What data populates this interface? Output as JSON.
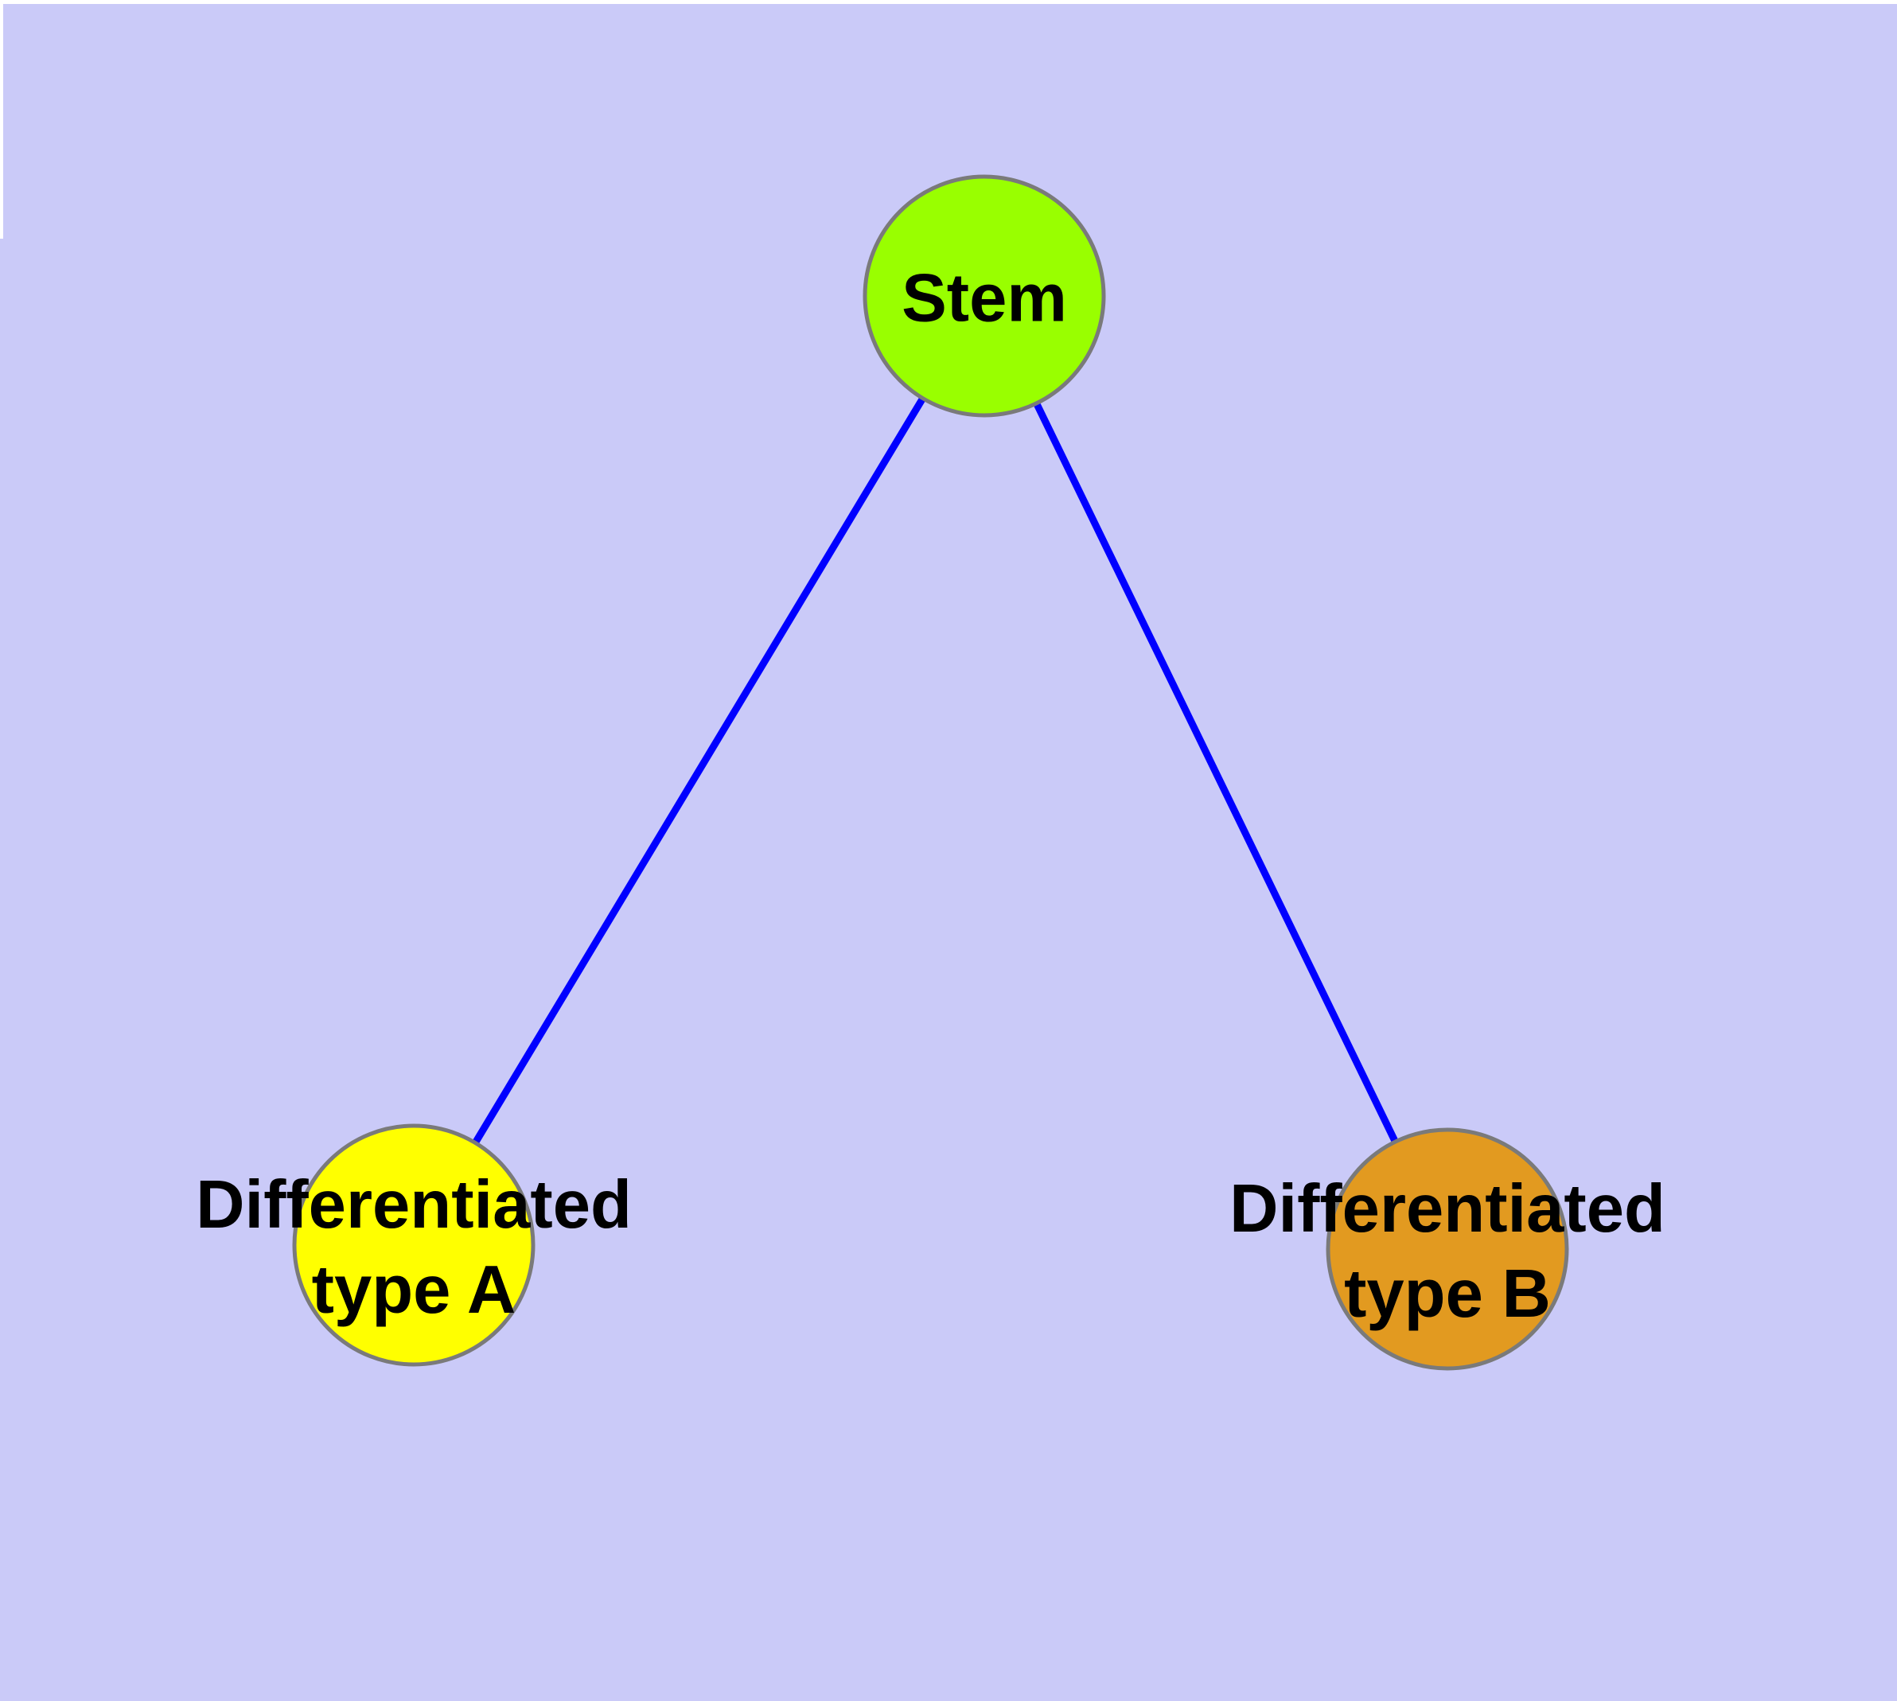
{
  "diagram": {
    "type": "graph",
    "background_color": "#CACAF8",
    "edge_color": "#0000FF",
    "node_border_color": "#7A7A7A",
    "label_color": "#000000",
    "nodes": [
      {
        "id": "stem",
        "label": "Stem",
        "line1": "Stem",
        "line2": "",
        "fill": "#99FF00"
      },
      {
        "id": "differentiated-type-a",
        "label": "Differentiated type A",
        "line1": "Differentiated",
        "line2": "type A",
        "fill": "#FFFF00"
      },
      {
        "id": "differentiated-type-b",
        "label": "Differentiated type B",
        "line1": "Differentiated",
        "line2": "type B",
        "fill": "#E29A20"
      }
    ],
    "edges": [
      {
        "from": "stem",
        "to": "differentiated-type-a"
      },
      {
        "from": "stem",
        "to": "differentiated-type-b"
      }
    ]
  }
}
